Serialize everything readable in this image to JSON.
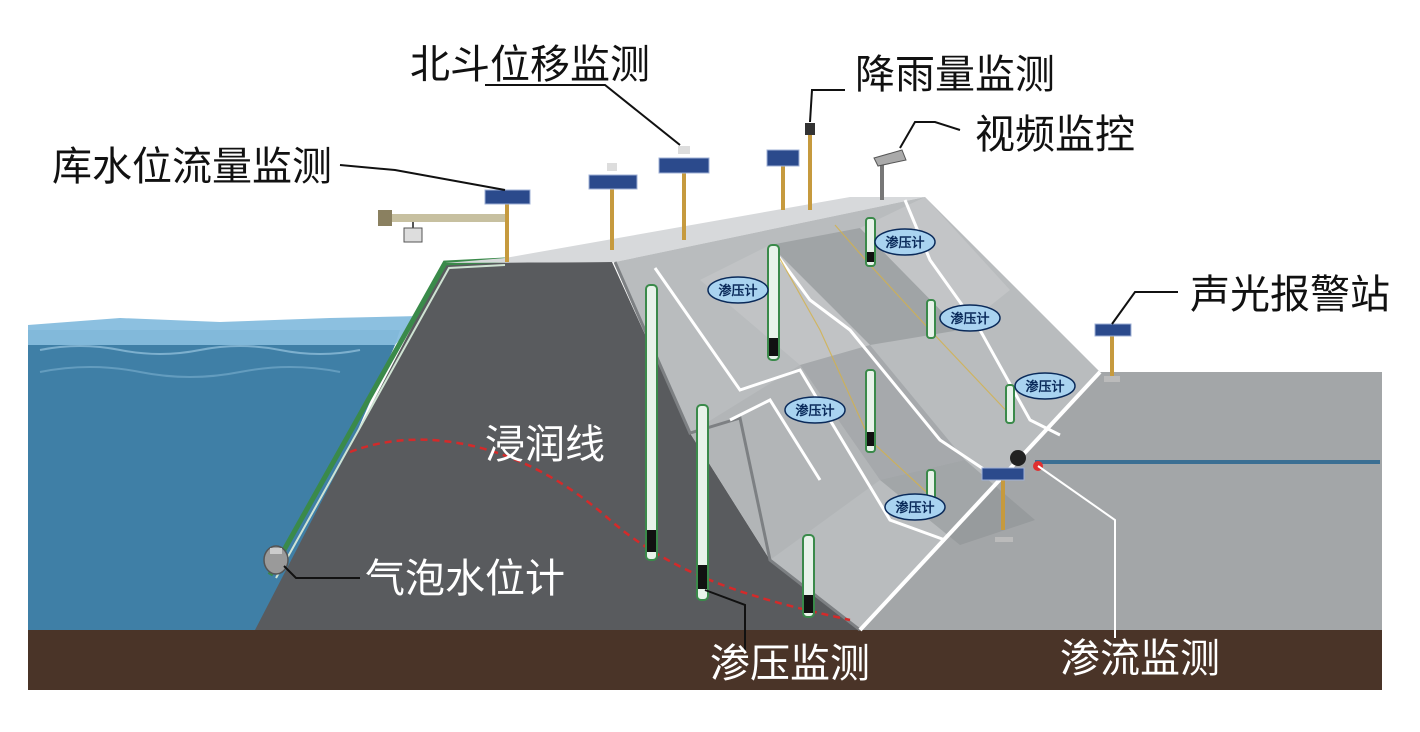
{
  "labels": {
    "reservoir_flow": "库水位流量监测",
    "beidou": "北斗位移监测",
    "rainfall": "降雨量监测",
    "video": "视频监控",
    "alarm": "声光报警站",
    "phreatic_line": "浸润线",
    "bubble_gauge": "气泡水位计",
    "seepage_pressure": "渗压监测",
    "seepage_flow": "渗流监测"
  },
  "badges": {
    "b1": "渗压计",
    "b2": "渗压计",
    "b3": "渗压计",
    "b4": "渗压计",
    "b5": "渗压计",
    "b6": "渗压计"
  },
  "colors": {
    "water_light": "#7fb6d8",
    "water_deep": "#3f7fa6",
    "dam_core": "#55575a",
    "dam_slope": "#a9acae",
    "foundation": "#4a3428",
    "phreatic": "#d42a2a",
    "badge_fill": "#a9d3f0"
  }
}
